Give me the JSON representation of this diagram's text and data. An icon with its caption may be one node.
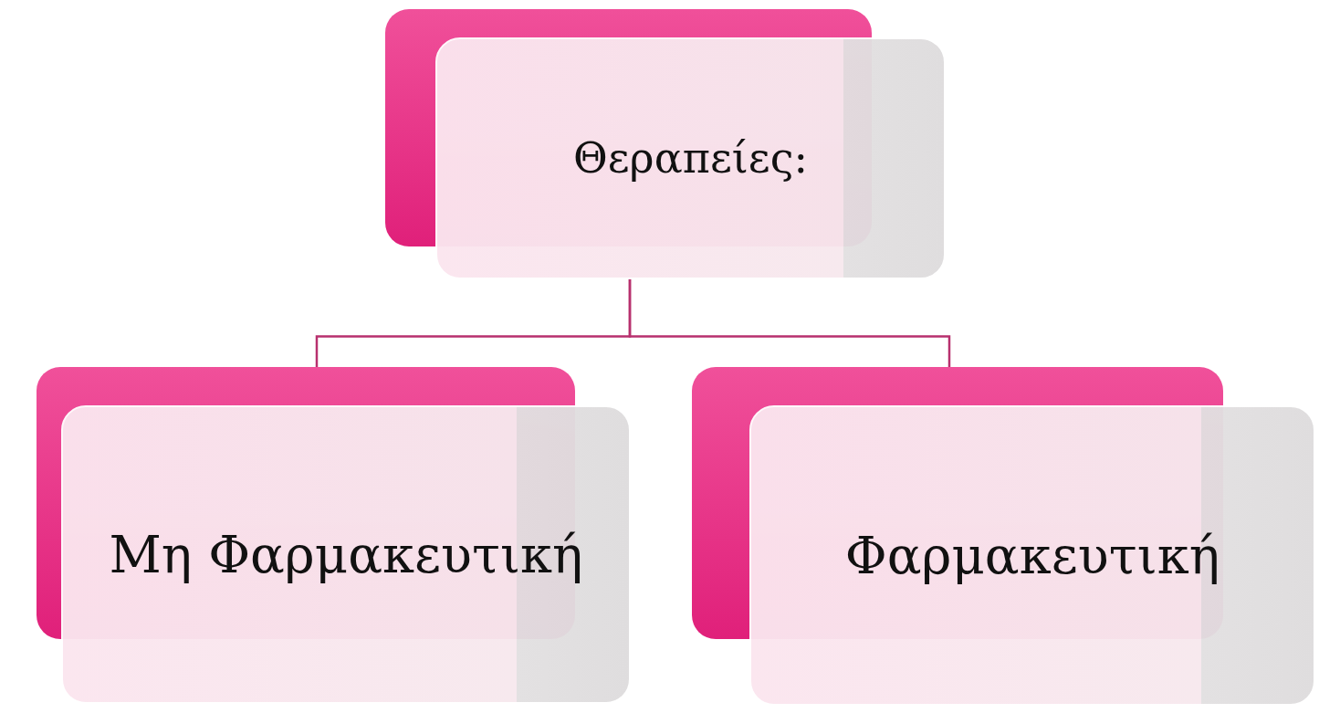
{
  "diagram": {
    "nodes": [
      {
        "text": [
          "Θεραπείες:"
        ]
      },
      {
        "text": [
          "Μη Φαρμακευτική"
        ]
      },
      {
        "text": [
          "Φαρμακευτική"
        ]
      }
    ],
    "edges": [
      {
        "from": 0,
        "to": 1,
        "arrow": "none"
      },
      {
        "from": 0,
        "to": 2,
        "arrow": "none"
      }
    ]
  }
}
